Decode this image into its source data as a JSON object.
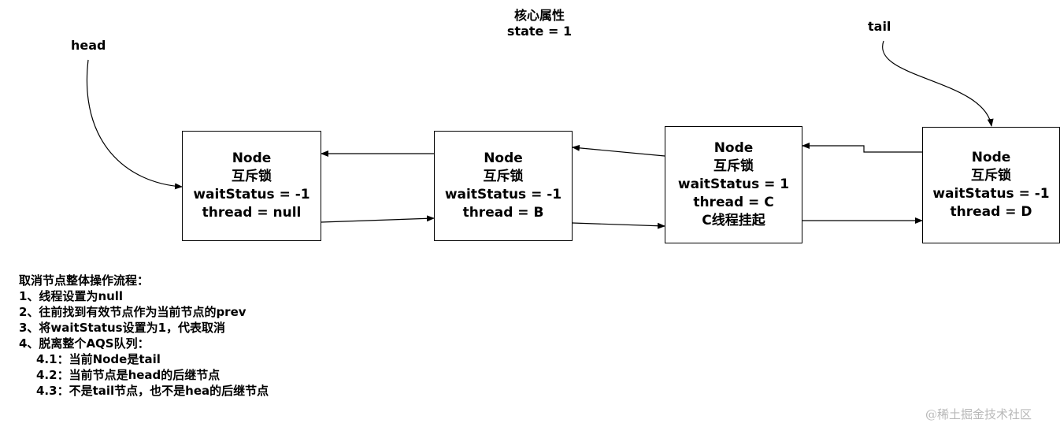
{
  "header": {
    "title": "核心属性",
    "state": "state = 1"
  },
  "pointers": {
    "head": "head",
    "tail": "tail"
  },
  "nodes": [
    {
      "title": "Node",
      "lock": "互斥锁",
      "wait_status": "waitStatus = -1",
      "thread": "thread = null",
      "extra": ""
    },
    {
      "title": "Node",
      "lock": "互斥锁",
      "wait_status": "waitStatus = -1",
      "thread": "thread = B",
      "extra": ""
    },
    {
      "title": "Node",
      "lock": "互斥锁",
      "wait_status": "waitStatus = 1",
      "thread": "thread = C",
      "extra": "C线程挂起"
    },
    {
      "title": "Node",
      "lock": "互斥锁",
      "wait_status": "waitStatus = -1",
      "thread": "thread = D",
      "extra": ""
    }
  ],
  "steps": {
    "heading": "取消节点整体操作流程：",
    "items": [
      "1、线程设置为null",
      "2、往前找到有效节点作为当前节点的prev",
      "3、将waitStatus设置为1，代表取消",
      "4、脱离整个AQS队列：",
      "4.1：当前Node是tail",
      "4.2：当前节点是head的后继节点",
      "4.3：不是tail节点，也不是hea的后继节点"
    ]
  },
  "watermark": "@稀土掘金技术社区"
}
